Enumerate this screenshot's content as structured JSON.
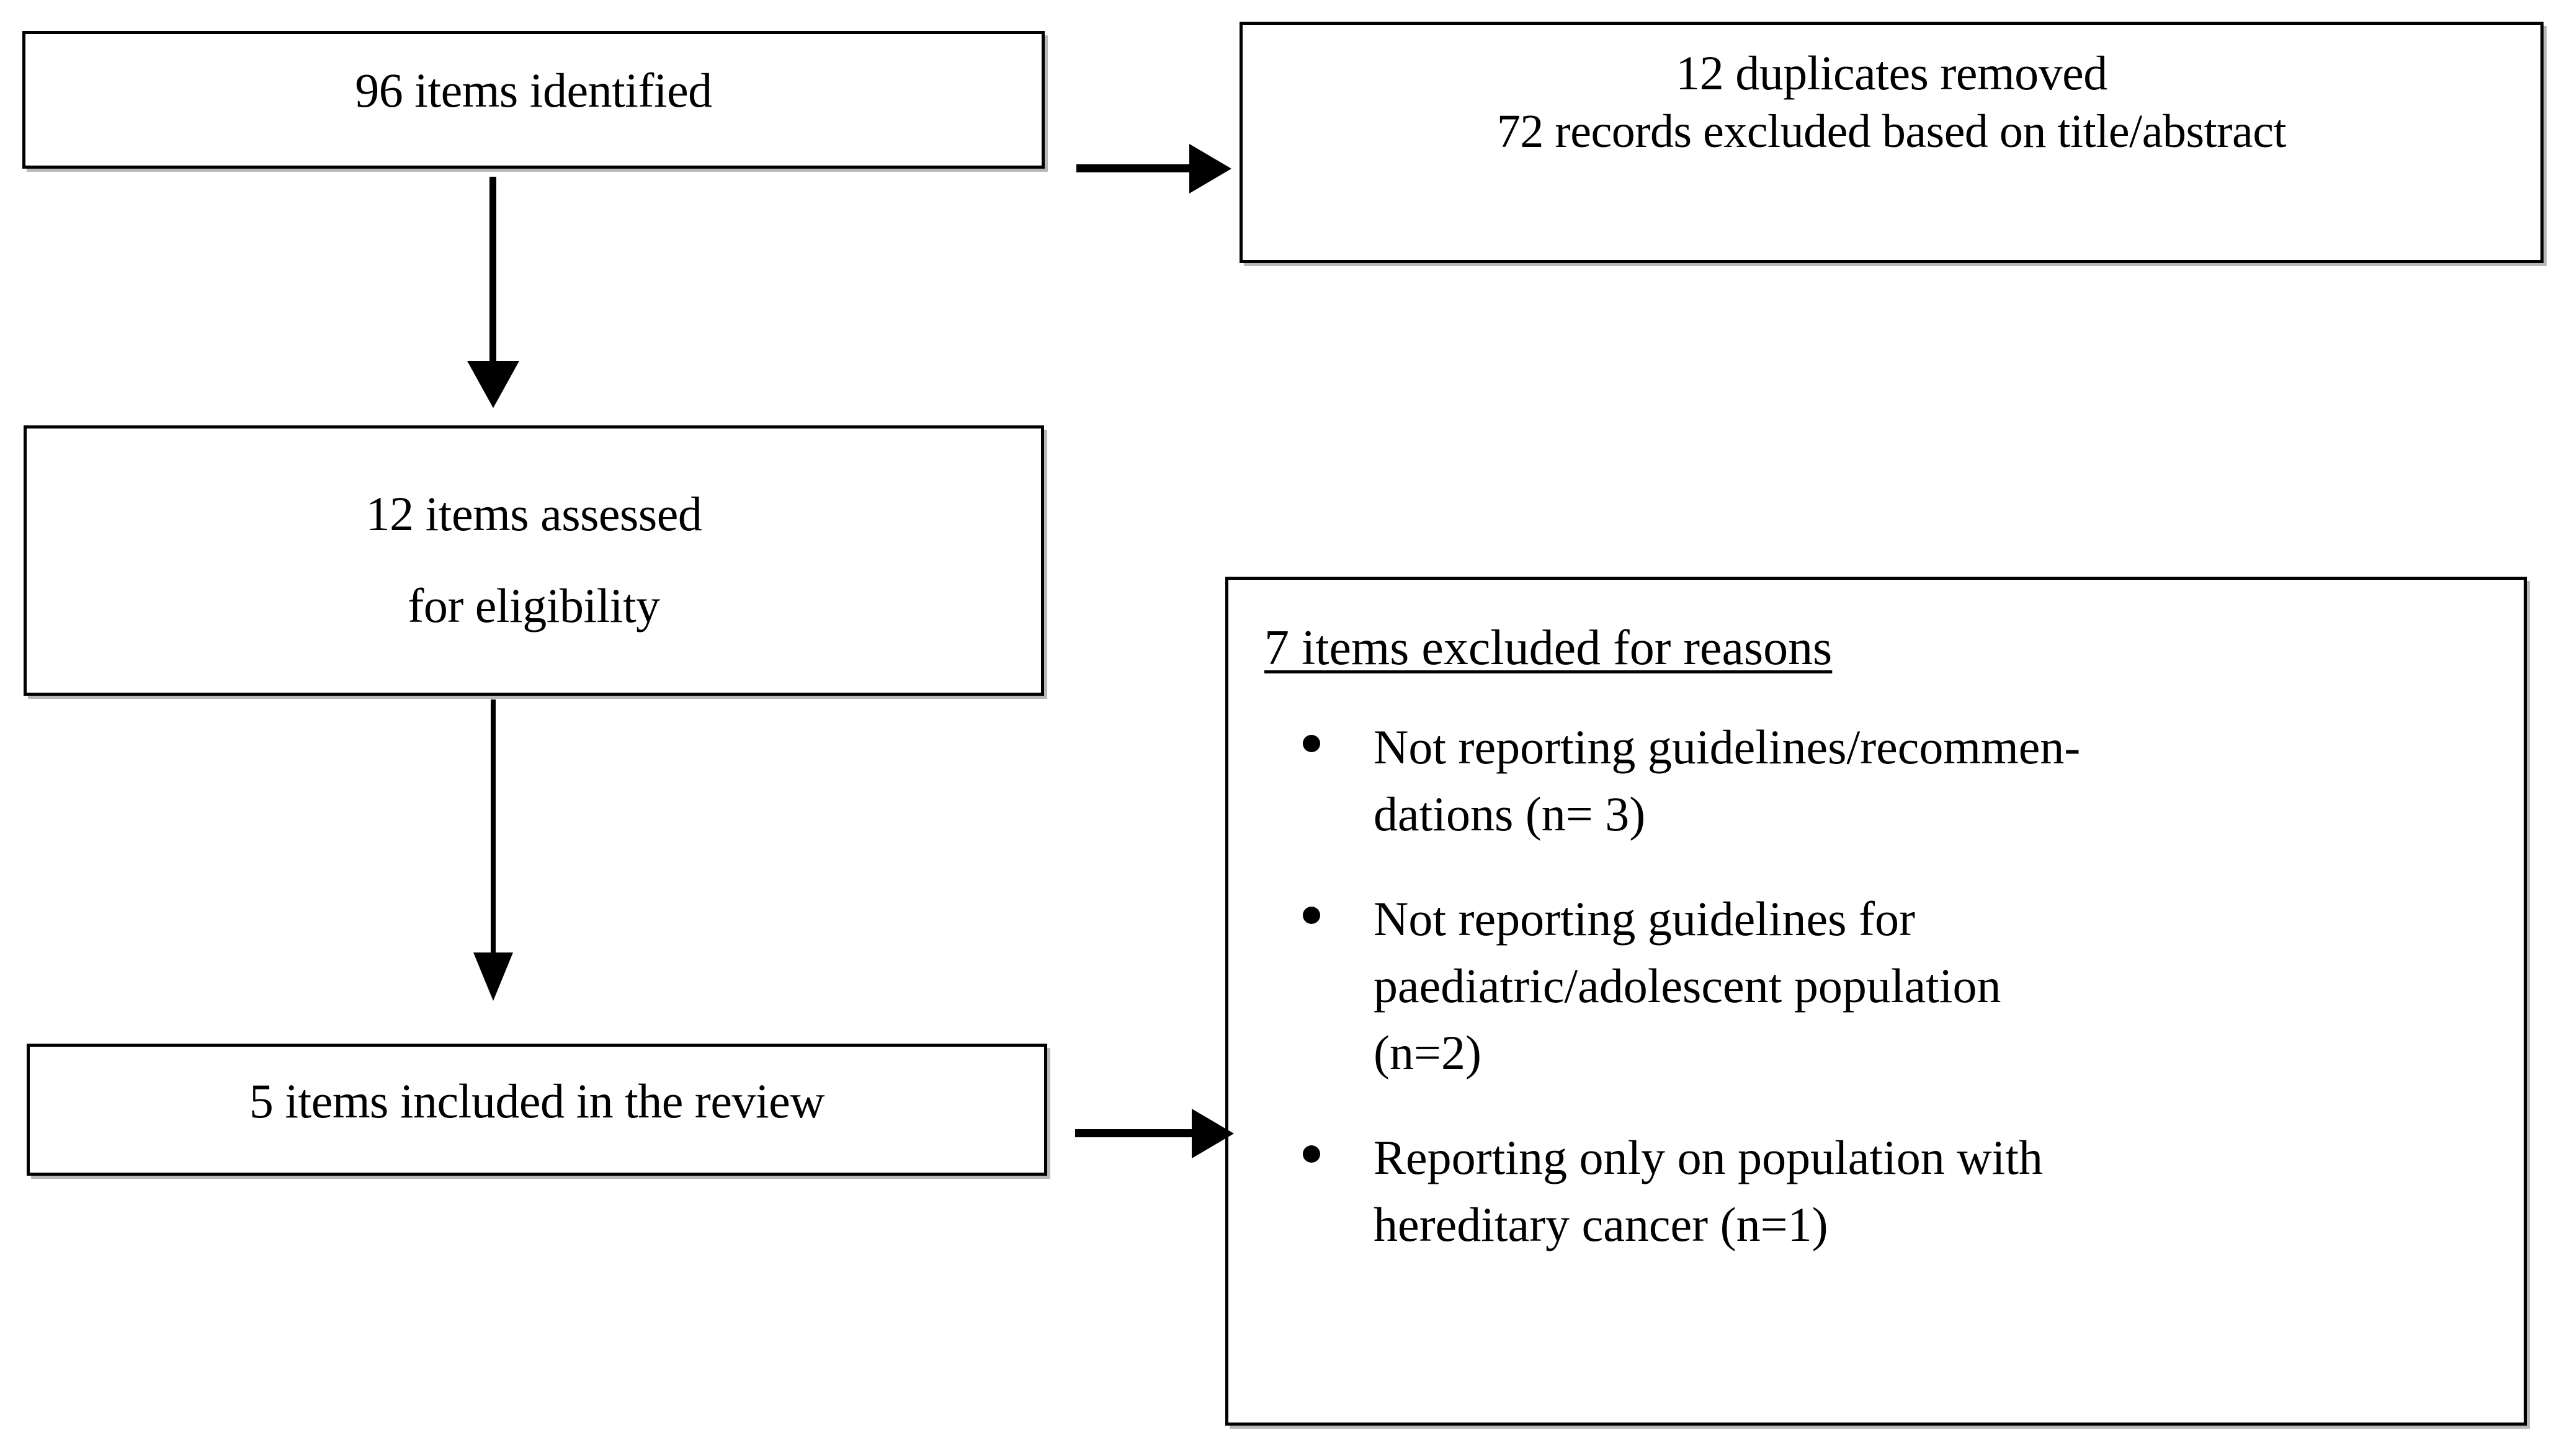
{
  "diagram": {
    "type": "prisma-flow-diagram",
    "nodes": {
      "identified": {
        "id": "identified-box",
        "text": "96 items identified",
        "lines": [
          "96 items identified"
        ]
      },
      "removed": {
        "id": "removed-box",
        "lines": [
          "12 duplicates removed",
          "72 records excluded based on title/abstract"
        ]
      },
      "assessed": {
        "id": "assessed-box",
        "lines": [
          "12 items assessed",
          "for eligibility"
        ]
      },
      "included": {
        "id": "included-box",
        "text": "5 items included in the review",
        "lines": [
          "5 items included in the review"
        ]
      },
      "excluded": {
        "id": "excluded-box",
        "heading": "7 items excluded for reasons",
        "reasons": [
          {
            "lines": [
              "Not reporting guidelines/recommen-",
              "dations (n= 3)"
            ],
            "count": 3
          },
          {
            "lines": [
              "Not reporting guidelines for",
              "paediatric/adolescent population",
              "(n=2)"
            ],
            "count": 2
          },
          {
            "lines": [
              "Reporting only on population with",
              "hereditary cancer (n=1)"
            ],
            "count": 1
          }
        ]
      }
    },
    "edges": [
      {
        "id": "identified-to-removed",
        "from": "identified",
        "to": "removed",
        "direction": "right"
      },
      {
        "id": "identified-to-assessed",
        "from": "identified",
        "to": "assessed",
        "direction": "down"
      },
      {
        "id": "assessed-to-included",
        "from": "assessed",
        "to": "included",
        "direction": "down"
      },
      {
        "id": "included-to-excluded",
        "from": "included",
        "to": "excluded",
        "direction": "right"
      }
    ],
    "colors": {
      "stroke": "#000000",
      "fill": "#ffffff",
      "text": "#000000",
      "shadow": "#b8b8b8"
    }
  }
}
